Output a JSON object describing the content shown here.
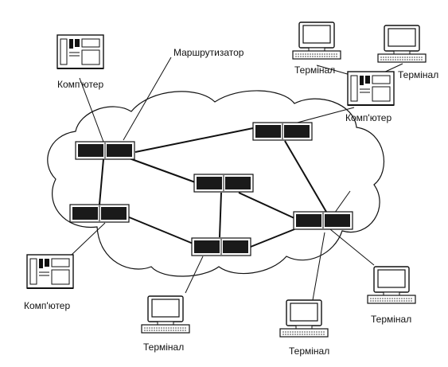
{
  "labels": {
    "router": "Маршрутизатор",
    "computer": "Комп'ютер",
    "terminal": "Термінал"
  },
  "colors": {
    "ink": "#111111",
    "router_body": "#1a1a1a",
    "background": "#ffffff"
  },
  "icons": {
    "router": "router-icon",
    "computer": "computer-icon",
    "terminal": "terminal-icon",
    "cloud": "network-cloud"
  }
}
